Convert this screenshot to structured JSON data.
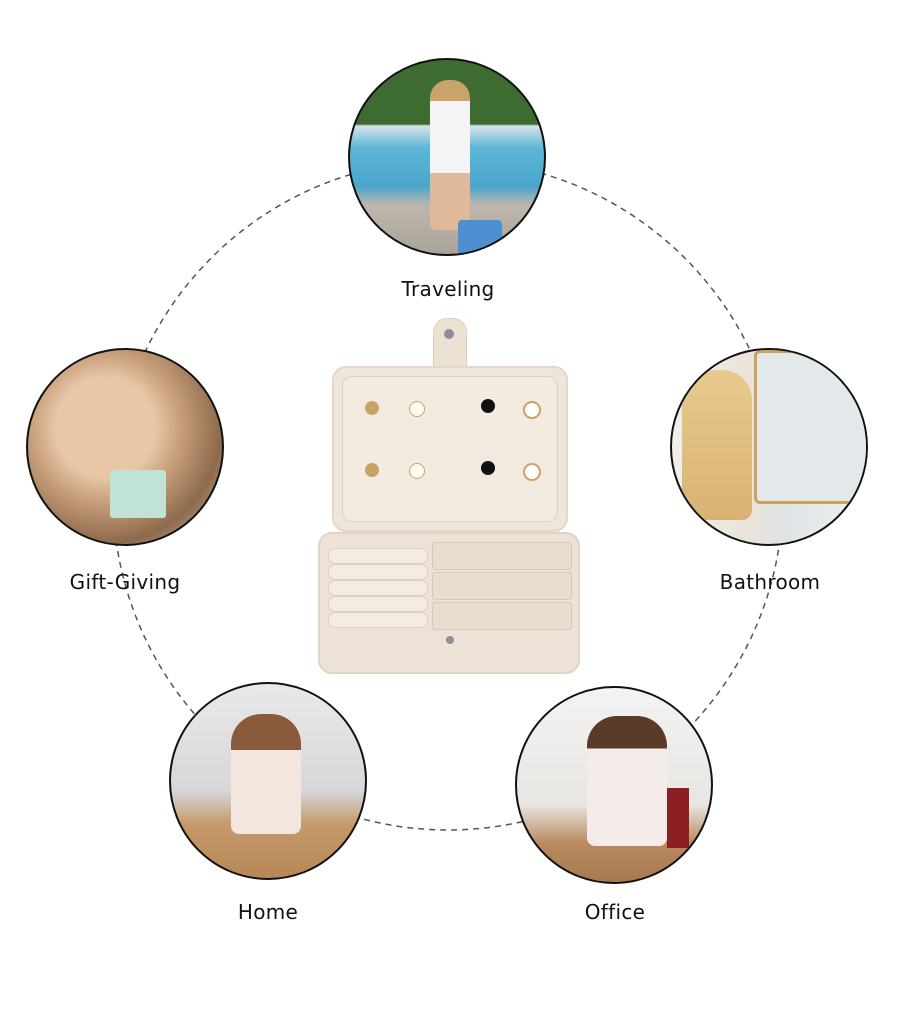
{
  "scenes": [
    {
      "id": "traveling",
      "label": "Traveling"
    },
    {
      "id": "gift-giving",
      "label": "Gift-Giving"
    },
    {
      "id": "bathroom",
      "label": "Bathroom"
    },
    {
      "id": "home",
      "label": "Home"
    },
    {
      "id": "office",
      "label": "Office"
    }
  ],
  "colors": {
    "ring": "#555555",
    "border": "#111111",
    "box": "#efe6da"
  }
}
